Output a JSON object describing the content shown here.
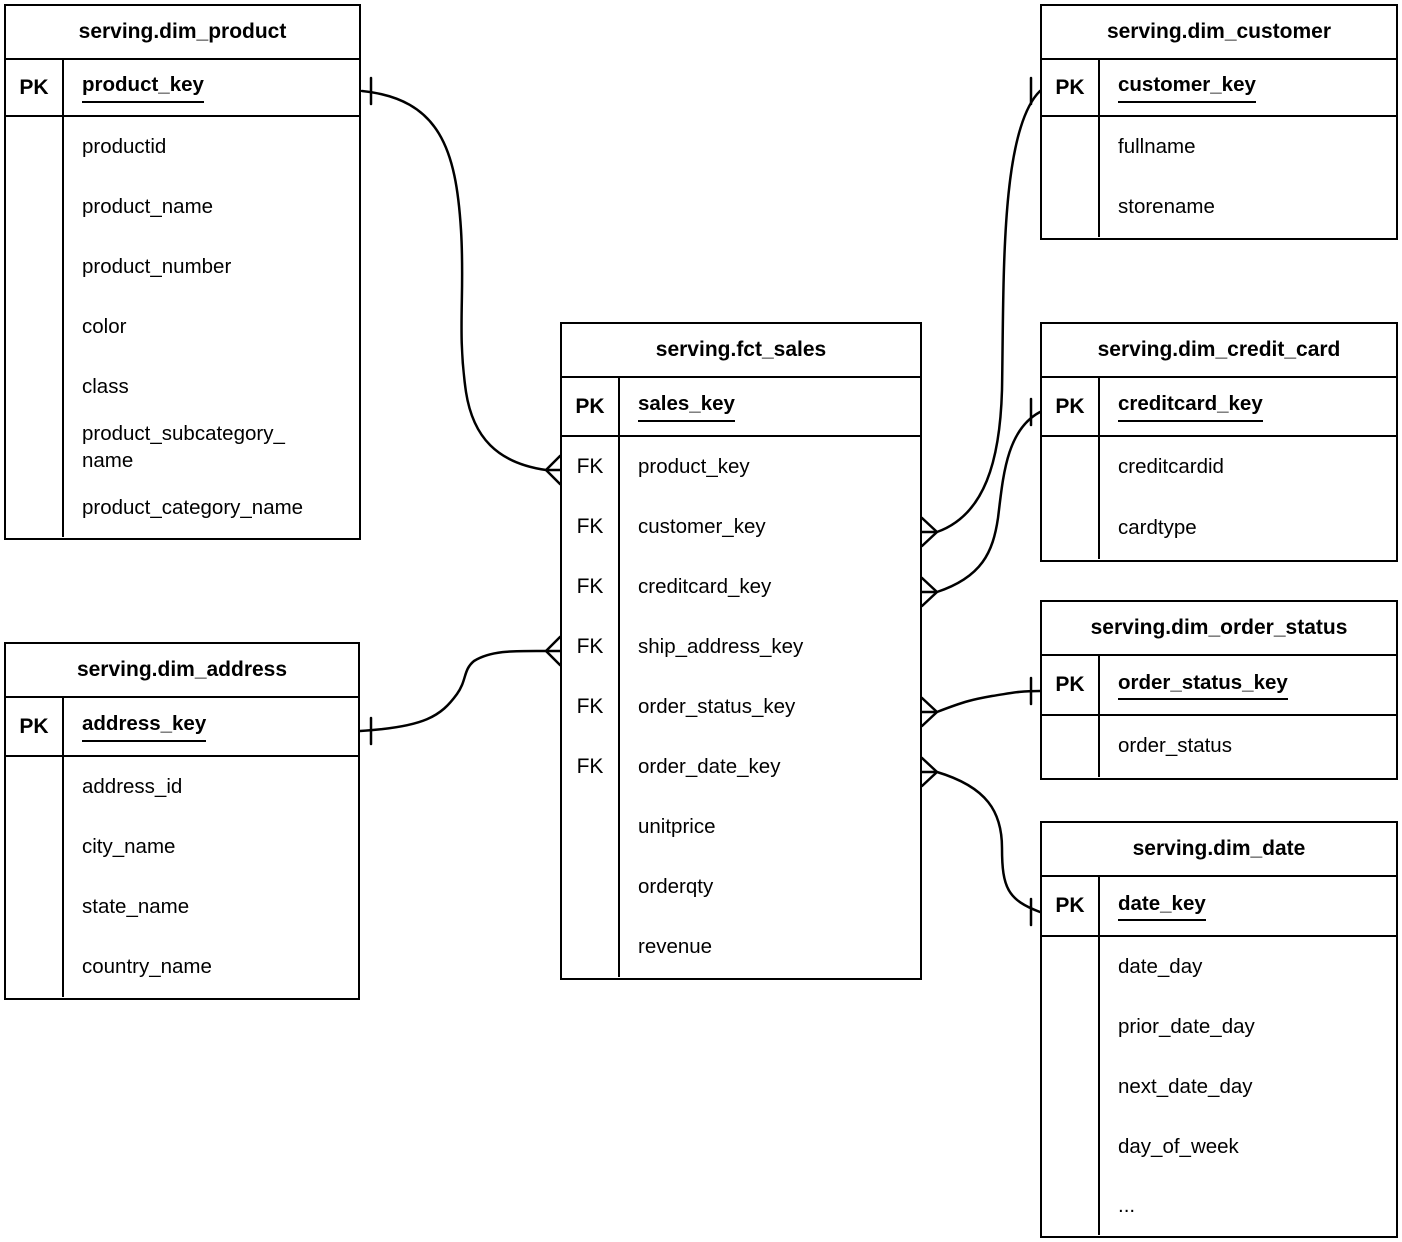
{
  "diagram": {
    "type": "entity-relationship",
    "colors": {
      "background": "#ffffff",
      "line": "#000000",
      "text": "#000000"
    },
    "tables": [
      {
        "id": "dim_product",
        "title": "serving.dim_product",
        "pk": {
          "label": "PK",
          "name": "product_key"
        },
        "rows": [
          {
            "label": "",
            "name": "productid"
          },
          {
            "label": "",
            "name": "product_name"
          },
          {
            "label": "",
            "name": "product_number"
          },
          {
            "label": "",
            "name": "color"
          },
          {
            "label": "",
            "name": "class"
          },
          {
            "label": "",
            "name": "product_subcategory_name"
          },
          {
            "label": "",
            "name": "product_category_name"
          }
        ]
      },
      {
        "id": "dim_customer",
        "title": "serving.dim_customer",
        "pk": {
          "label": "PK",
          "name": "customer_key"
        },
        "rows": [
          {
            "label": "",
            "name": "fullname"
          },
          {
            "label": "",
            "name": "storename"
          }
        ]
      },
      {
        "id": "fct_sales",
        "title": "serving.fct_sales",
        "pk": {
          "label": "PK",
          "name": "sales_key"
        },
        "rows": [
          {
            "label": "FK",
            "name": "product_key"
          },
          {
            "label": "FK",
            "name": "customer_key"
          },
          {
            "label": "FK",
            "name": "creditcard_key"
          },
          {
            "label": "FK",
            "name": "ship_address_key"
          },
          {
            "label": "FK",
            "name": "order_status_key"
          },
          {
            "label": "FK",
            "name": "order_date_key"
          },
          {
            "label": "",
            "name": "unitprice"
          },
          {
            "label": "",
            "name": "orderqty"
          },
          {
            "label": "",
            "name": "revenue"
          }
        ]
      },
      {
        "id": "dim_credit_card",
        "title": "serving.dim_credit_card",
        "pk": {
          "label": "PK",
          "name": "creditcard_key"
        },
        "rows": [
          {
            "label": "",
            "name": "creditcardid"
          },
          {
            "label": "",
            "name": "cardtype"
          }
        ]
      },
      {
        "id": "dim_order_status",
        "title": "serving.dim_order_status",
        "pk": {
          "label": "PK",
          "name": "order_status_key"
        },
        "rows": [
          {
            "label": "",
            "name": "order_status"
          }
        ]
      },
      {
        "id": "dim_date",
        "title": "serving.dim_date",
        "pk": {
          "label": "PK",
          "name": "date_key"
        },
        "rows": [
          {
            "label": "",
            "name": "date_day"
          },
          {
            "label": "",
            "name": "prior_date_day"
          },
          {
            "label": "",
            "name": "next_date_day"
          },
          {
            "label": "",
            "name": "day_of_week"
          },
          {
            "label": "",
            "name": "..."
          }
        ]
      },
      {
        "id": "dim_address",
        "title": "serving.dim_address",
        "pk": {
          "label": "PK",
          "name": "address_key"
        },
        "rows": [
          {
            "label": "",
            "name": "address_id"
          },
          {
            "label": "",
            "name": "city_name"
          },
          {
            "label": "",
            "name": "state_name"
          },
          {
            "label": "",
            "name": "country_name"
          }
        ]
      }
    ],
    "relationships": [
      {
        "id": "product",
        "from_table": "serving.dim_product",
        "from_field": "product_key",
        "from_cardinality": "one",
        "to_table": "serving.fct_sales",
        "to_field": "product_key",
        "to_cardinality": "many"
      },
      {
        "id": "address",
        "from_table": "serving.dim_address",
        "from_field": "address_key",
        "from_cardinality": "one",
        "to_table": "serving.fct_sales",
        "to_field": "ship_address_key",
        "to_cardinality": "many"
      },
      {
        "id": "customer",
        "from_table": "serving.dim_customer",
        "from_field": "customer_key",
        "from_cardinality": "one",
        "to_table": "serving.fct_sales",
        "to_field": "customer_key",
        "to_cardinality": "many"
      },
      {
        "id": "credit_card",
        "from_table": "serving.dim_credit_card",
        "from_field": "creditcard_key",
        "from_cardinality": "one",
        "to_table": "serving.fct_sales",
        "to_field": "creditcard_key",
        "to_cardinality": "many"
      },
      {
        "id": "order_status",
        "from_table": "serving.dim_order_status",
        "from_field": "order_status_key",
        "from_cardinality": "one",
        "to_table": "serving.fct_sales",
        "to_field": "order_status_key",
        "to_cardinality": "many"
      },
      {
        "id": "date",
        "from_table": "serving.dim_date",
        "from_field": "date_key",
        "from_cardinality": "one",
        "to_table": "serving.fct_sales",
        "to_field": "order_date_key",
        "to_cardinality": "many"
      }
    ]
  }
}
